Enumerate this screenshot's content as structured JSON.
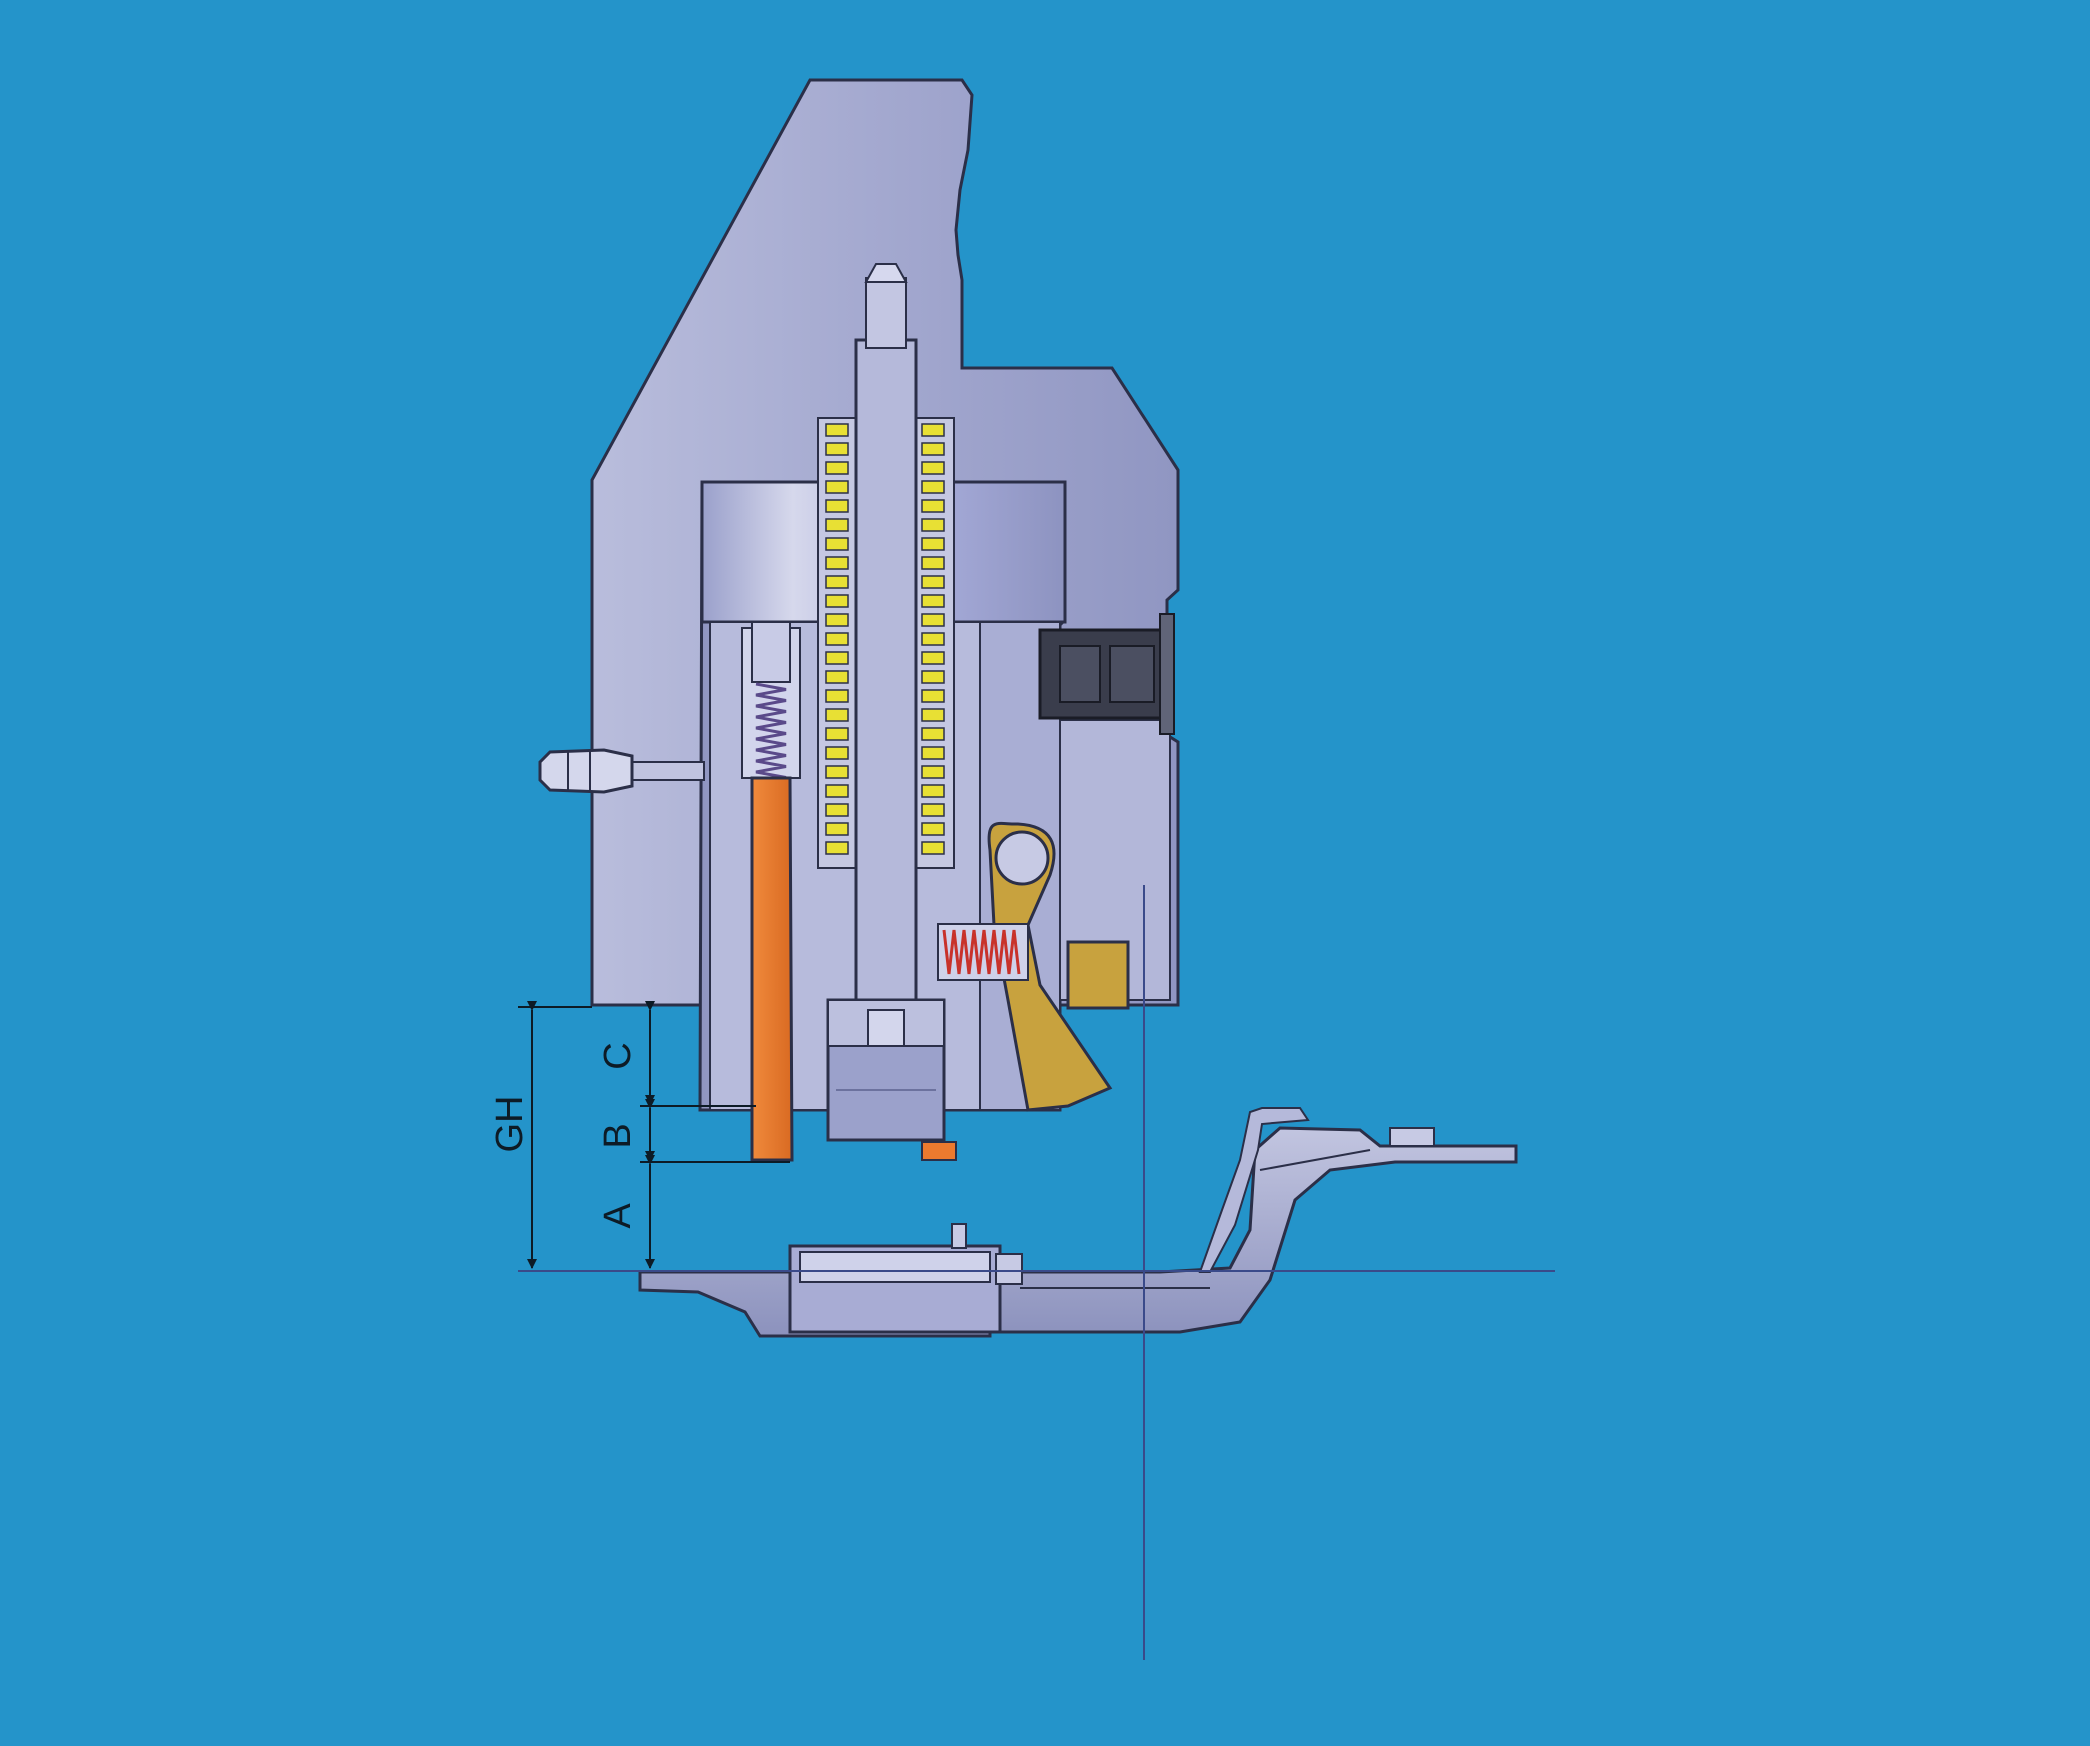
{
  "colors": {
    "background": "#2494ca",
    "steel": "#a4a9cf",
    "steel_dark": "#7f86b1",
    "outline": "#2b2f48",
    "spring_yellow": "#e8e034",
    "rod_orange": "#ec7a2f",
    "lever_gold": "#c8a23e",
    "connector": "#3a3d4c",
    "axis_line": "#3a4a8a"
  },
  "dimensions": {
    "gh": "GH",
    "c": "C",
    "b": "B",
    "a": "A"
  }
}
